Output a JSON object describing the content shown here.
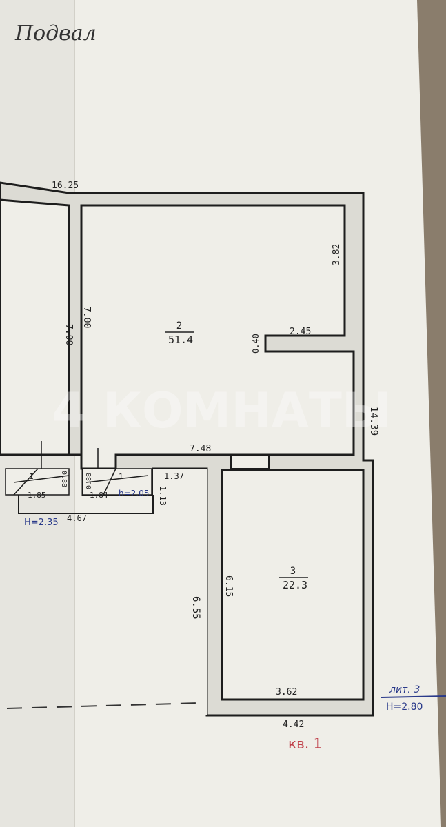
{
  "title": "Подвал",
  "rooms": [
    {
      "number": "2",
      "area": "51.4"
    },
    {
      "number": "3",
      "area": "22.3"
    }
  ],
  "dimensions": {
    "top_total": "16.25",
    "left_room_height": "7.00",
    "room2_height": "7.00",
    "room2_right_upper": "3.82",
    "notch_depth": "0.40",
    "notch_width": "2.45",
    "right_total": "14.39",
    "room2_bottom": "7.48",
    "stair_left_width": "1.85",
    "stair_left_depth": "0.88",
    "stair_right_width": "1.84",
    "stair_right_depth": "0.88",
    "stair_left_num": "1",
    "stair_right_num": "1",
    "corridor_width": "1.37",
    "corridor_depth": "1.13",
    "stair_block_width": "4.67",
    "corridor_length": "6.55",
    "room3_height": "6.15",
    "room3_inner_width": "3.62",
    "room3_outer_width": "4.42"
  },
  "heights": {
    "stair_height": "h=2.05",
    "left_height": "H=2.35",
    "lit_label": "лит. З",
    "lit_height": "H=2.80"
  },
  "apartment_label": "кв. 1",
  "watermark": "4 КОМНАТЫ",
  "colors": {
    "paper": "#efeee8",
    "ink": "#1d1d1d",
    "blue_ink": "#2a3a8a",
    "red_ink": "#c0404a",
    "wall_fill": "#d9d8d2"
  }
}
